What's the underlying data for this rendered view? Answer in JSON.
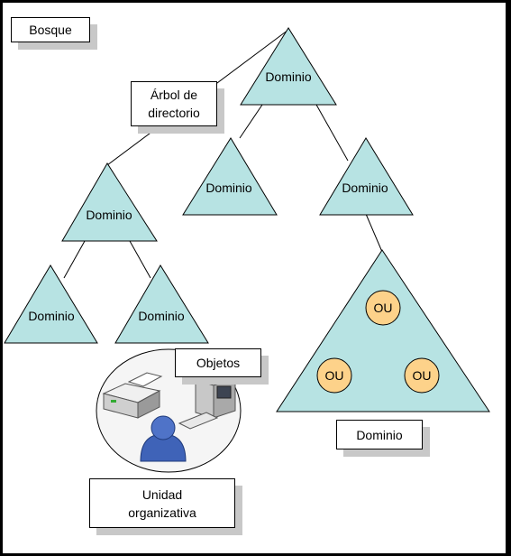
{
  "labels": {
    "forest": "Bosque",
    "tree_line1": "Árbol de",
    "tree_line2": "directorio",
    "objects": "Objetos",
    "ou_line1": "Unidad",
    "ou_line2": "organizativa",
    "domain_box": "Dominio"
  },
  "domains": {
    "root": "Dominio",
    "mid_left": "Dominio",
    "mid_center": "Dominio",
    "mid_right": "Dominio",
    "leaf_left": "Dominio",
    "leaf_right": "Dominio"
  },
  "ous": {
    "top": "OU",
    "left": "OU",
    "right": "OU"
  },
  "colors": {
    "triangle_fill": "#b7e3e3",
    "ou_fill": "#fdd28a",
    "person": "#3f63b8",
    "shadow": "#c8c8c8"
  }
}
